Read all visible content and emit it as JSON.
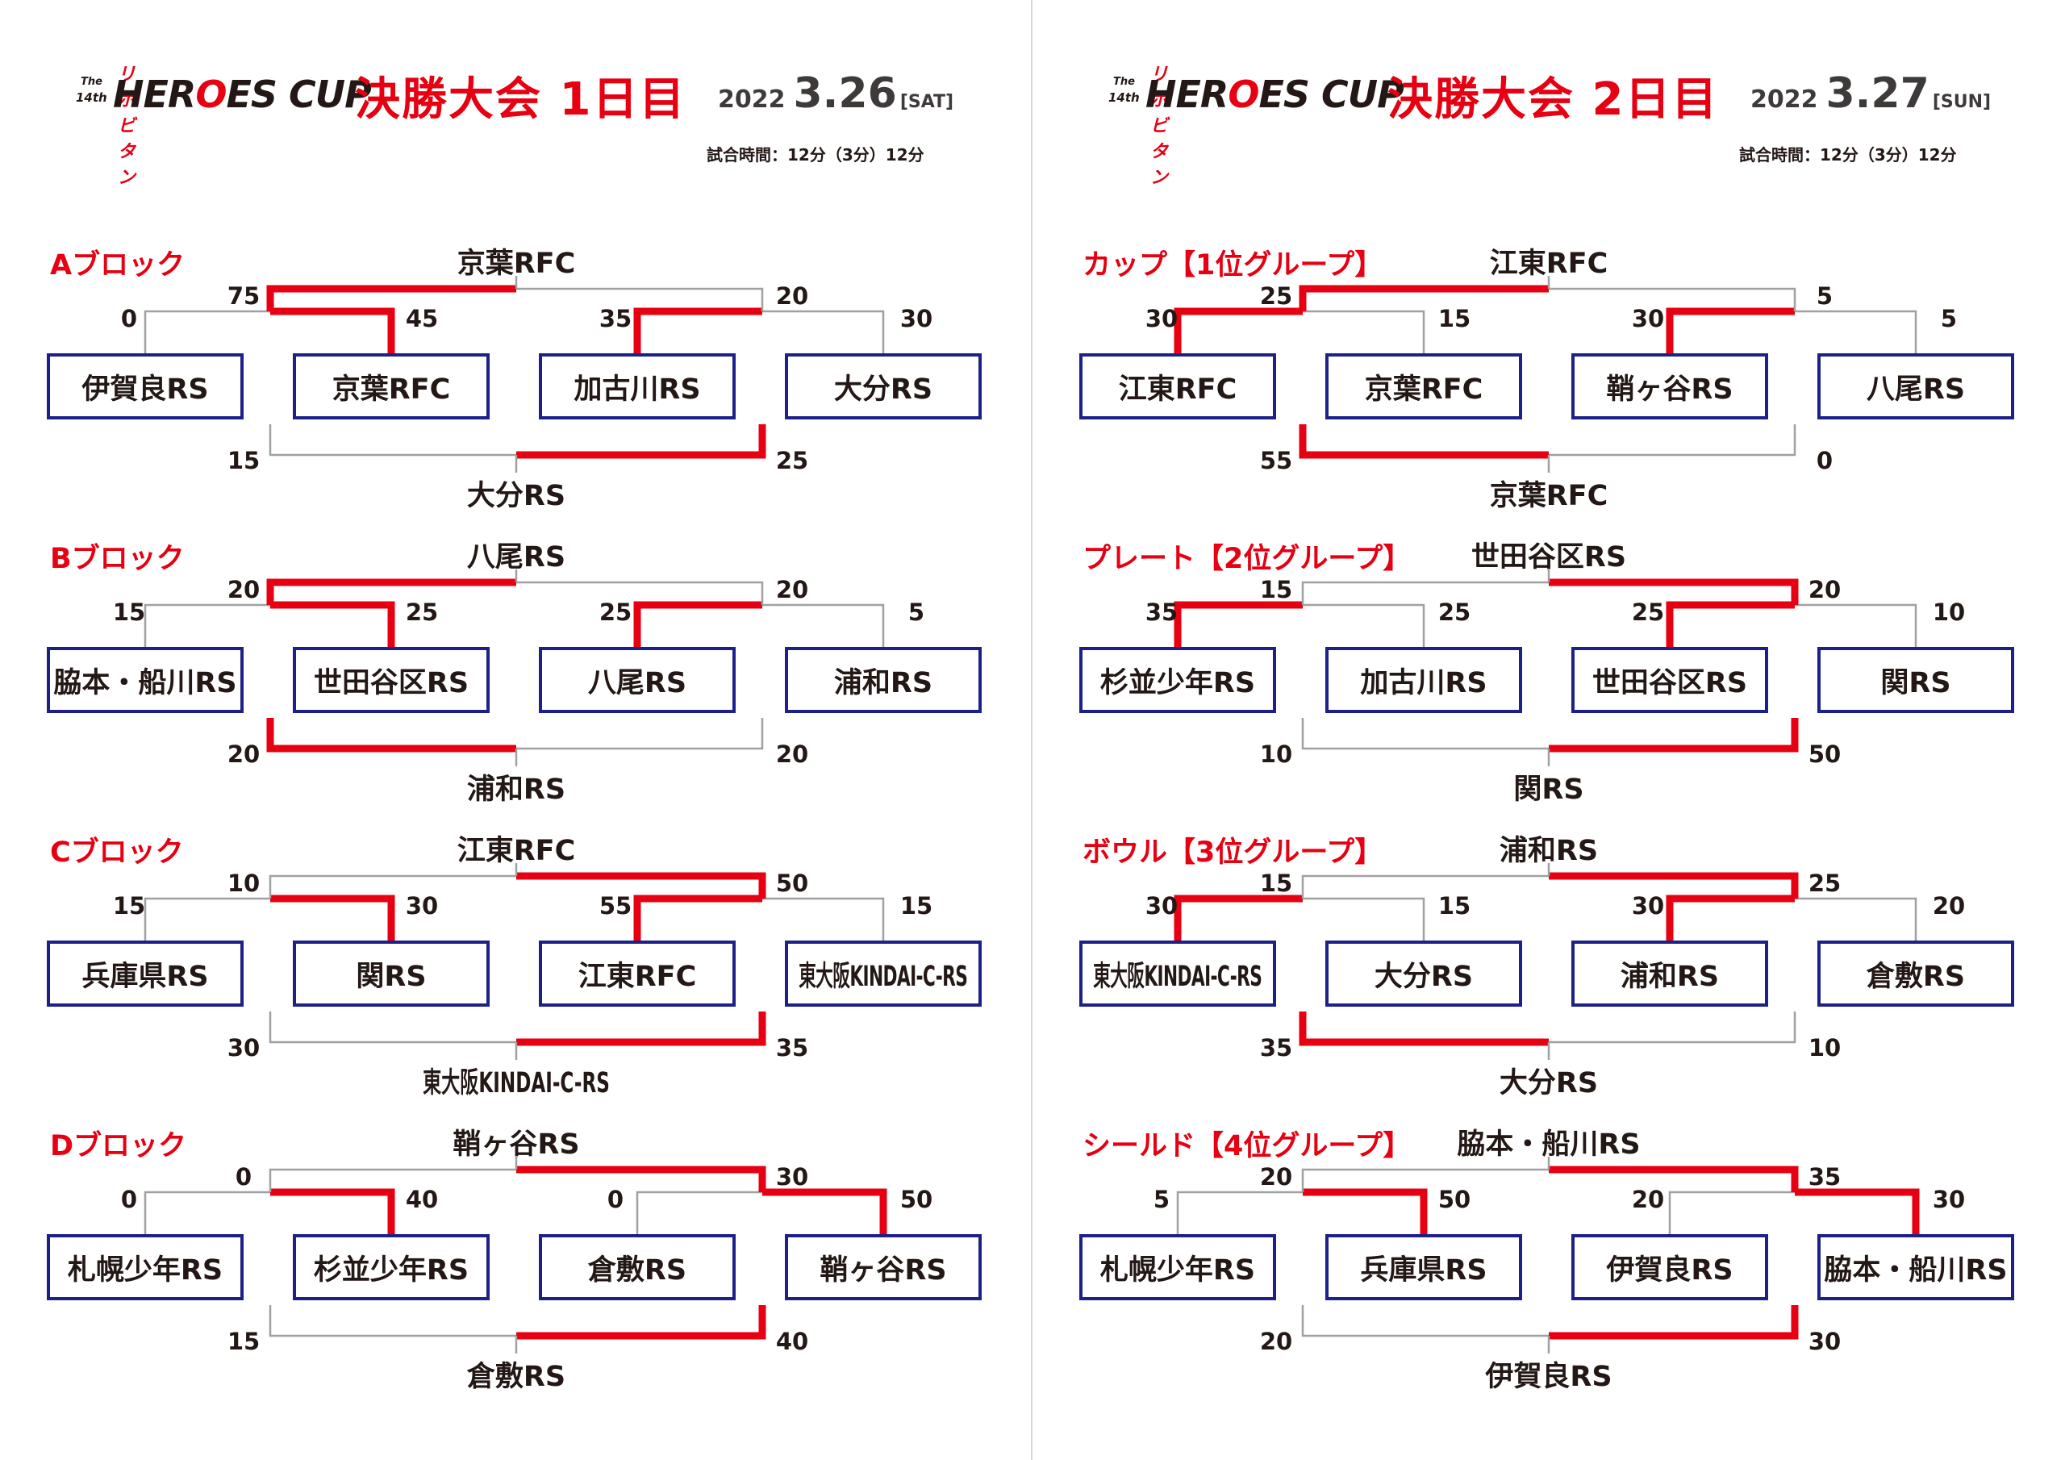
{
  "colors": {
    "accent": "#e60012",
    "team_border": "#1d2088",
    "line": "#9fa0a0"
  },
  "pages": [
    {
      "brand": {
        "the": "The",
        "nth": "14th",
        "sponsor": "リポビタン",
        "logo_pre": "HER",
        "logo_o": "O",
        "logo_post": "ES CUP"
      },
      "title": "決勝大会 1日目",
      "date": {
        "year": "2022",
        "month_day": "3.26",
        "weekday": "[SAT]"
      },
      "match_time": "試合時間：12分（3分）12分",
      "blocks": [
        {
          "label": "Aブロック",
          "winner": "京葉RFC",
          "teams": [
            "伊賀良RS",
            "京葉RFC",
            "加古川RS",
            "大分RS"
          ],
          "scores": {
            "s1a": "0",
            "s1b": "45",
            "s2a": "35",
            "s2b": "30",
            "fl": "75",
            "fr": "20",
            "tl": "15",
            "tr": "25"
          },
          "third_winner": "大分RS"
        },
        {
          "label": "Bブロック",
          "winner": "八尾RS",
          "teams": [
            "脇本・船川RS",
            "世田谷区RS",
            "八尾RS",
            "浦和RS"
          ],
          "scores": {
            "s1a": "15",
            "s1b": "25",
            "s2a": "25",
            "s2b": "5",
            "fl": "20",
            "fr": "20",
            "tl": "20",
            "tr": "20"
          },
          "third_winner": "浦和RS"
        },
        {
          "label": "Cブロック",
          "winner": "江東RFC",
          "teams": [
            "兵庫県RS",
            "関RS",
            "江東RFC",
            "東大阪KINDAI-C-RS"
          ],
          "scores": {
            "s1a": "15",
            "s1b": "30",
            "s2a": "55",
            "s2b": "15",
            "fl": "10",
            "fr": "50",
            "tl": "30",
            "tr": "35"
          },
          "third_winner": "東大阪KINDAI-C-RS"
        },
        {
          "label": "Dブロック",
          "winner": "鞘ヶ谷RS",
          "teams": [
            "札幌少年RS",
            "杉並少年RS",
            "倉敷RS",
            "鞘ヶ谷RS"
          ],
          "scores": {
            "s1a": "0",
            "s1b": "40",
            "s2a": "0",
            "s2b": "50",
            "fl": "0",
            "fr": "30",
            "tl": "15",
            "tr": "40"
          },
          "third_winner": "倉敷RS"
        }
      ]
    },
    {
      "brand": {
        "the": "The",
        "nth": "14th",
        "sponsor": "リポビタン",
        "logo_pre": "HER",
        "logo_o": "O",
        "logo_post": "ES CUP"
      },
      "title": "決勝大会 2日目",
      "date": {
        "year": "2022",
        "month_day": "3.27",
        "weekday": "[SUN]"
      },
      "match_time": "試合時間：12分（3分）12分",
      "blocks": [
        {
          "label": "カップ【1位グループ】",
          "winner": "江東RFC",
          "teams": [
            "江東RFC",
            "京葉RFC",
            "鞘ヶ谷RS",
            "八尾RS"
          ],
          "scores": {
            "s1a": "30",
            "s1b": "15",
            "s2a": "30",
            "s2b": "5",
            "fl": "25",
            "fr": "5",
            "tl": "55",
            "tr": "0"
          },
          "third_winner": "京葉RFC"
        },
        {
          "label": "プレート【2位グループ】",
          "winner": "世田谷区RS",
          "teams": [
            "杉並少年RS",
            "加古川RS",
            "世田谷区RS",
            "関RS"
          ],
          "scores": {
            "s1a": "35",
            "s1b": "25",
            "s2a": "25",
            "s2b": "10",
            "fl": "15",
            "fr": "20",
            "tl": "10",
            "tr": "50"
          },
          "third_winner": "関RS"
        },
        {
          "label": "ボウル【3位グループ】",
          "winner": "浦和RS",
          "teams": [
            "東大阪KINDAI-C-RS",
            "大分RS",
            "浦和RS",
            "倉敷RS"
          ],
          "scores": {
            "s1a": "30",
            "s1b": "15",
            "s2a": "30",
            "s2b": "20",
            "fl": "15",
            "fr": "25",
            "tl": "35",
            "tr": "10"
          },
          "third_winner": "大分RS"
        },
        {
          "label": "シールド【4位グループ】",
          "winner": "脇本・船川RS",
          "teams": [
            "札幌少年RS",
            "兵庫県RS",
            "伊賀良RS",
            "脇本・船川RS"
          ],
          "scores": {
            "s1a": "5",
            "s1b": "50",
            "s2a": "20",
            "s2b": "30",
            "fl": "20",
            "fr": "35",
            "tl": "20",
            "tr": "30"
          },
          "third_winner": "伊賀良RS"
        }
      ]
    }
  ]
}
